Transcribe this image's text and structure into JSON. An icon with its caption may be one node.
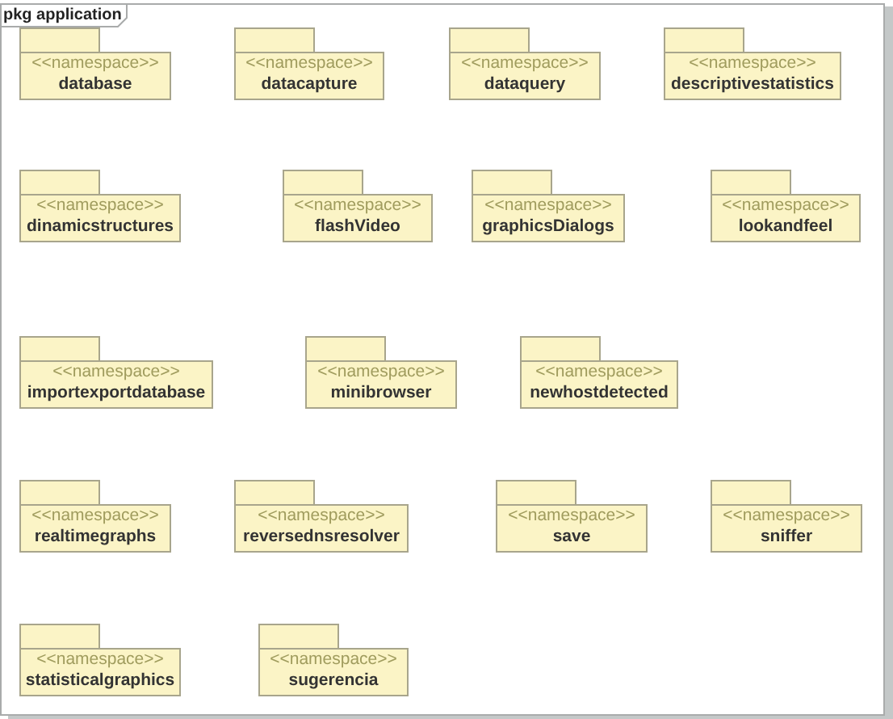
{
  "diagram": {
    "nodes": [
      {
        "text": [
          "pkg application"
        ]
      },
      {
        "text": [
          "<<namespace>>",
          "database"
        ],
        "in": 0
      },
      {
        "text": [
          "<<namespace>>",
          "datacapture"
        ],
        "in": 0
      },
      {
        "text": [
          "<<namespace>>",
          "dataquery"
        ],
        "in": 0
      },
      {
        "text": [
          "<<namespace>>",
          "descriptivestatistics"
        ],
        "in": 0
      },
      {
        "text": [
          "<<namespace>>",
          "dinamicstructures"
        ],
        "in": 0
      },
      {
        "text": [
          "<<namespace>>",
          "flashVideo"
        ],
        "in": 0
      },
      {
        "text": [
          "<<namespace>>",
          "graphicsDialogs"
        ],
        "in": 0
      },
      {
        "text": [
          "<<namespace>>",
          "lookandfeel"
        ],
        "in": 0
      },
      {
        "text": [
          "<<namespace>>",
          "importexportdatabase"
        ],
        "in": 0
      },
      {
        "text": [
          "<<namespace>>",
          "minibrowser"
        ],
        "in": 0
      },
      {
        "text": [
          "<<namespace>>",
          "newhostdetected"
        ],
        "in": 0
      },
      {
        "text": [
          "<<namespace>>",
          "realtimegraphs"
        ],
        "in": 0
      },
      {
        "text": [
          "<<namespace>>",
          "reversednsresolver"
        ],
        "in": 0
      },
      {
        "text": [
          "<<namespace>>",
          "save"
        ],
        "in": 0
      },
      {
        "text": [
          "<<namespace>>",
          "sniffer"
        ],
        "in": 0
      },
      {
        "text": [
          "<<namespace>>",
          "statisticalgraphics"
        ],
        "in": 0
      },
      {
        "text": [
          "<<namespace>>",
          "sugerencia"
        ],
        "in": 0
      }
    ]
  }
}
